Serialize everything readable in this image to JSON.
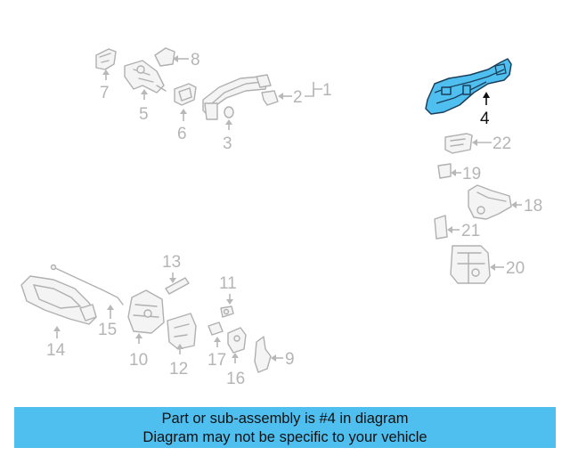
{
  "diagram": {
    "callouts": {
      "c1": "1",
      "c2": "2",
      "c3": "3",
      "c4": "4",
      "c5": "5",
      "c6": "6",
      "c7": "7",
      "c8": "8",
      "c9": "9",
      "c10": "10",
      "c11": "11",
      "c12": "12",
      "c13": "13",
      "c14": "14",
      "c15": "15",
      "c16": "16",
      "c17": "17",
      "c18": "18",
      "c19": "19",
      "c20": "20",
      "c21": "21",
      "c22": "22"
    },
    "highlighted_part": "4",
    "highlight_color": "#4fbff0"
  },
  "banner": {
    "line1": "Part or sub-assembly is #4 in diagram",
    "line2": "Diagram may not be specific to your vehicle",
    "background": "#4fbff0"
  }
}
